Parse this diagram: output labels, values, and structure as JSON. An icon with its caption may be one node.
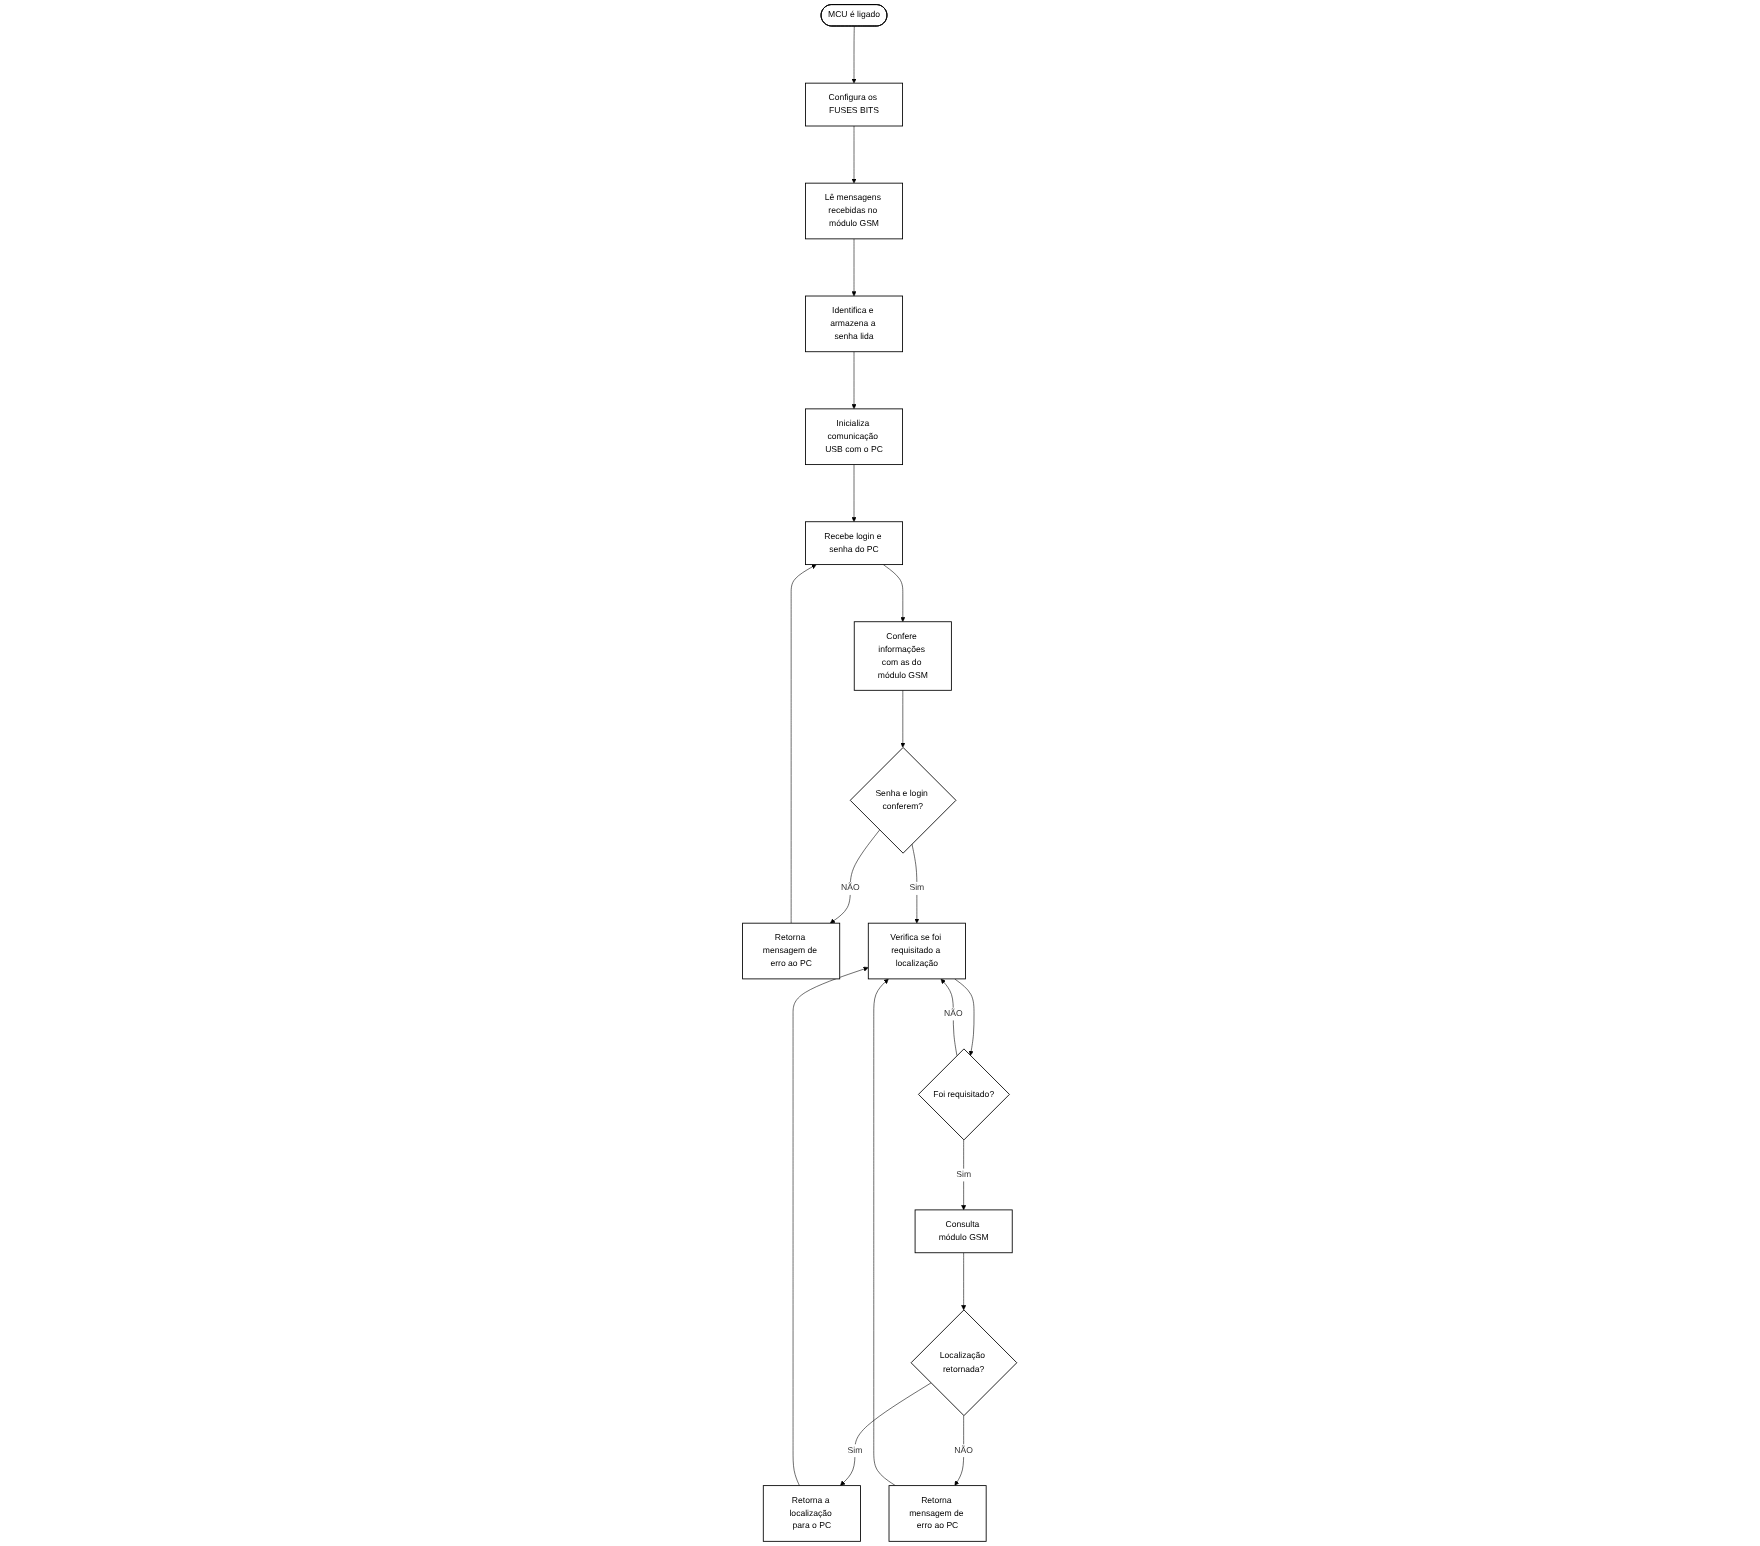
{
  "diagram": {
    "nodes": [
      {
        "text": [
          "MCU é ligado"
        ]
      },
      {
        "text": [
          "Configura os FUSES BITS"
        ]
      },
      {
        "text": [
          "Lê mensagens recebidas no módulo GSM"
        ]
      },
      {
        "text": [
          "Identifica e armazena a senha lida"
        ]
      },
      {
        "text": [
          "Inicializa comunicação USB com o PC"
        ]
      },
      {
        "text": [
          "Recebe login e senha do PC"
        ]
      },
      {
        "text": [
          "Confere informações com as do módulo GSM"
        ]
      },
      {
        "text": [
          "Senha e login conferem?"
        ]
      },
      {
        "text": [
          "Retorna mensagem de erro ao PC"
        ]
      },
      {
        "text": [
          "Verifica se foi requisitado a localização"
        ]
      },
      {
        "text": [
          "Foi requisitado?"
        ]
      },
      {
        "text": [
          "Retorna a localização para o PC"
        ]
      },
      {
        "text": [
          "Consulta módulo GSM"
        ]
      },
      {
        "text": [
          "Retorna mensagem de erro ao PC"
        ]
      },
      {
        "text": [
          "Localização retornada?"
        ]
      }
    ],
    "edges": [
      {
        "from": 0,
        "to": 1,
        "arrow": "to"
      },
      {
        "from": 1,
        "to": 2,
        "arrow": "to"
      },
      {
        "from": 2,
        "to": 3,
        "arrow": "to"
      },
      {
        "from": 3,
        "to": 4,
        "arrow": "to"
      },
      {
        "from": 4,
        "to": 5,
        "arrow": "to"
      },
      {
        "from": 5,
        "to": 6,
        "arrow": "to"
      },
      {
        "from": 6,
        "to": 7,
        "arrow": "to"
      },
      {
        "from": 7,
        "to": 8,
        "arrow": "to",
        "label": "NÃO"
      },
      {
        "from": 7,
        "to": 9,
        "arrow": "to",
        "label": "Sim"
      },
      {
        "from": 8,
        "to": 5,
        "arrow": "to"
      },
      {
        "from": 9,
        "to": 10,
        "arrow": "to"
      },
      {
        "from": 10,
        "to": 9,
        "arrow": "to",
        "label": "NÃO"
      },
      {
        "from": 10,
        "to": 12,
        "arrow": "to",
        "label": "Sim"
      },
      {
        "from": 12,
        "to": 14,
        "arrow": "to"
      },
      {
        "from": 14,
        "to": 11,
        "arrow": "to",
        "label": "Sim"
      },
      {
        "from": 14,
        "to": 13,
        "arrow": "to",
        "label": "NÃO"
      },
      {
        "from": 11,
        "to": 9,
        "arrow": "to"
      },
      {
        "from": 13,
        "to": 9,
        "arrow": "to"
      }
    ]
  }
}
